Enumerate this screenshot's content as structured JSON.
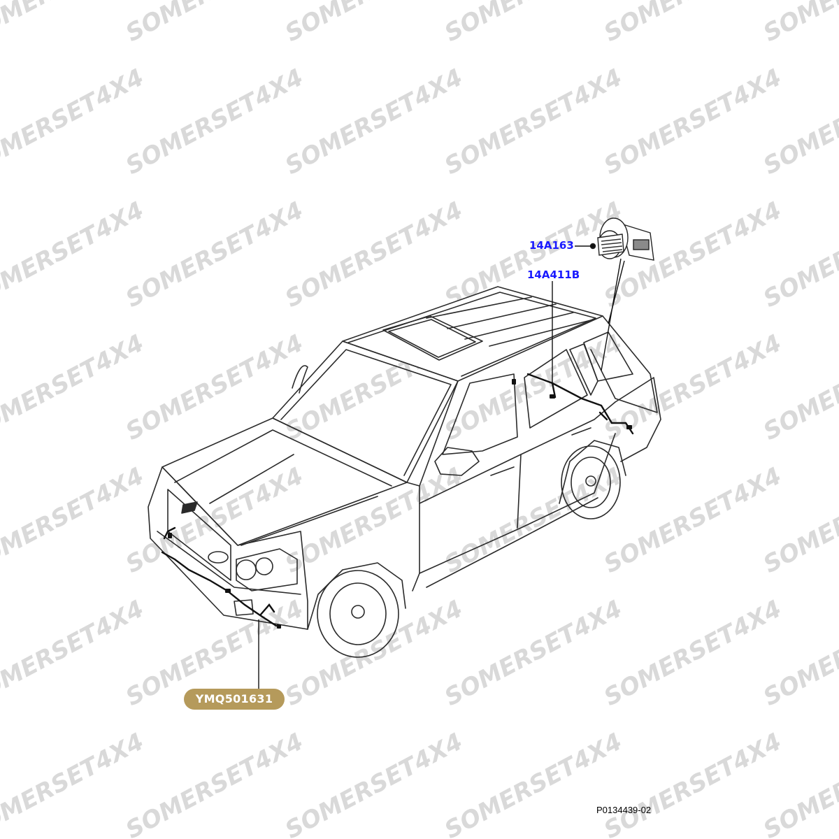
{
  "watermark": {
    "text": "SOMERSET4X4",
    "color": "#d9d9d9"
  },
  "callouts": [
    {
      "id": "14a163",
      "label": "14A163"
    },
    {
      "id": "14a411b",
      "label": "14A411B"
    }
  ],
  "part_number": {
    "label": "YMQ501631"
  },
  "figure_reference": "P0134439-02",
  "colors": {
    "callout_text": "#1a1aff",
    "badge_fill": "#b59a5b",
    "line_art": "#222222",
    "harness": "#111111"
  },
  "icons": [
    "vehicle-illustration",
    "grommet-connector-icon"
  ]
}
